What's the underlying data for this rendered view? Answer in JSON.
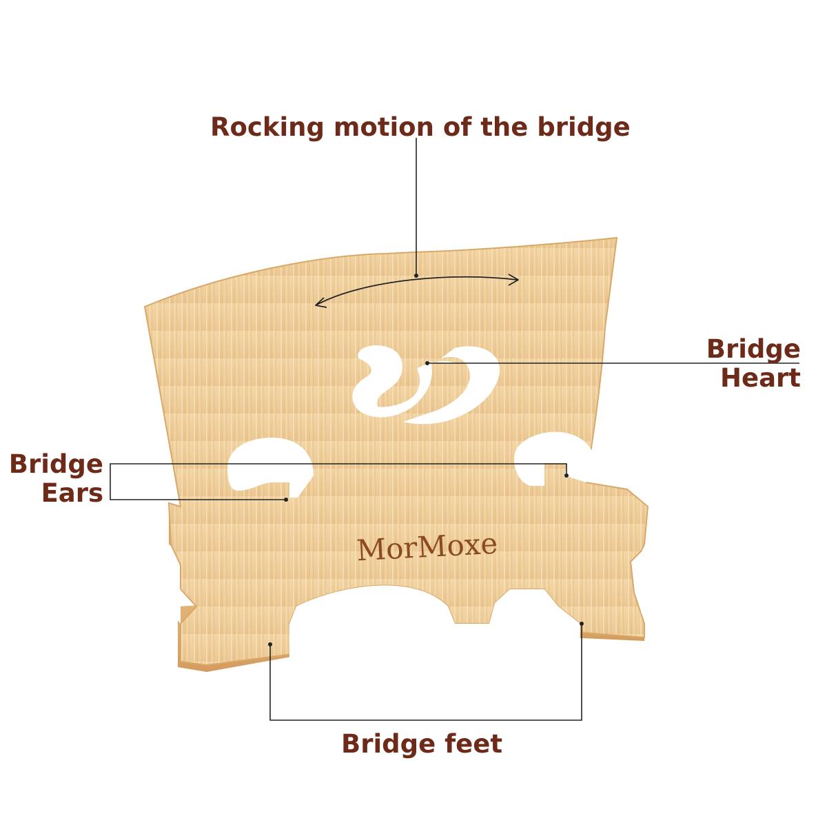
{
  "labels": {
    "rocking": "Rocking motion of the bridge",
    "heart_line1": "Bridge",
    "heart_line2": "Heart",
    "ears_line1": "Bridge",
    "ears_line2": "Ears",
    "feet": "Bridge feet"
  },
  "brand": "MorMoxe",
  "colors": {
    "label_text": "#6e2a18",
    "wood_light": "#f3d6a8",
    "wood_mid": "#e8c08a",
    "wood_edge": "#d9a66b",
    "brand_engraving": "#8a4b22",
    "leader_line": "#222222"
  }
}
